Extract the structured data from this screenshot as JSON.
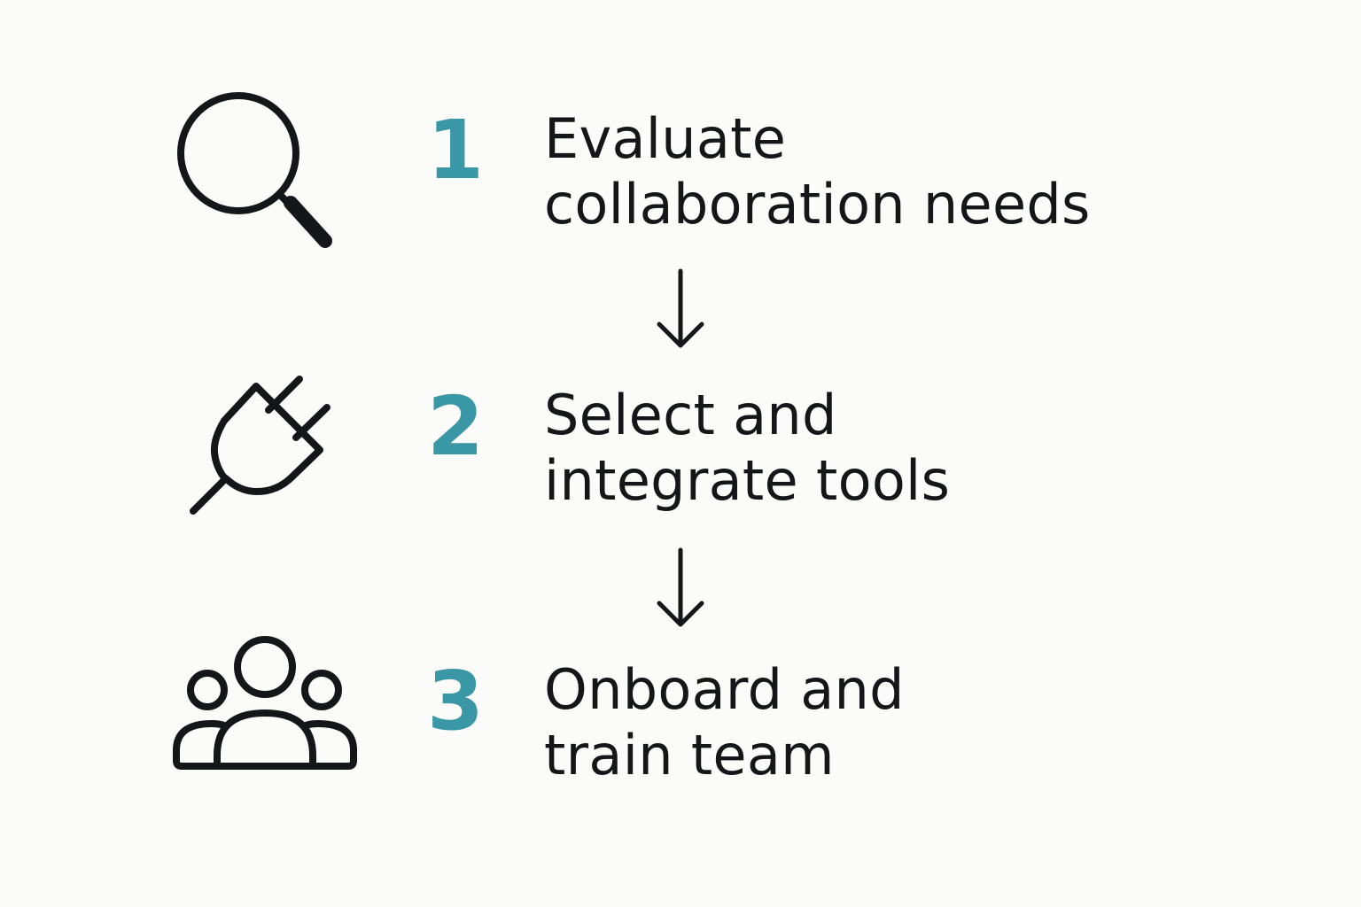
{
  "colors": {
    "background": "#fbfbf9",
    "accent": "#3a97a5",
    "text": "#141618",
    "icon_stroke": "#141618"
  },
  "steps": [
    {
      "number": "1",
      "label_line1": "Evaluate",
      "label_line2": "collaboration needs",
      "icon": "magnifying-glass-icon"
    },
    {
      "number": "2",
      "label_line1": "Select and",
      "label_line2": "integrate tools",
      "icon": "plug-icon"
    },
    {
      "number": "3",
      "label_line1": "Onboard and",
      "label_line2": "train team",
      "icon": "team-icon"
    }
  ],
  "arrows": [
    {
      "icon": "arrow-down-icon"
    },
    {
      "icon": "arrow-down-icon"
    }
  ]
}
